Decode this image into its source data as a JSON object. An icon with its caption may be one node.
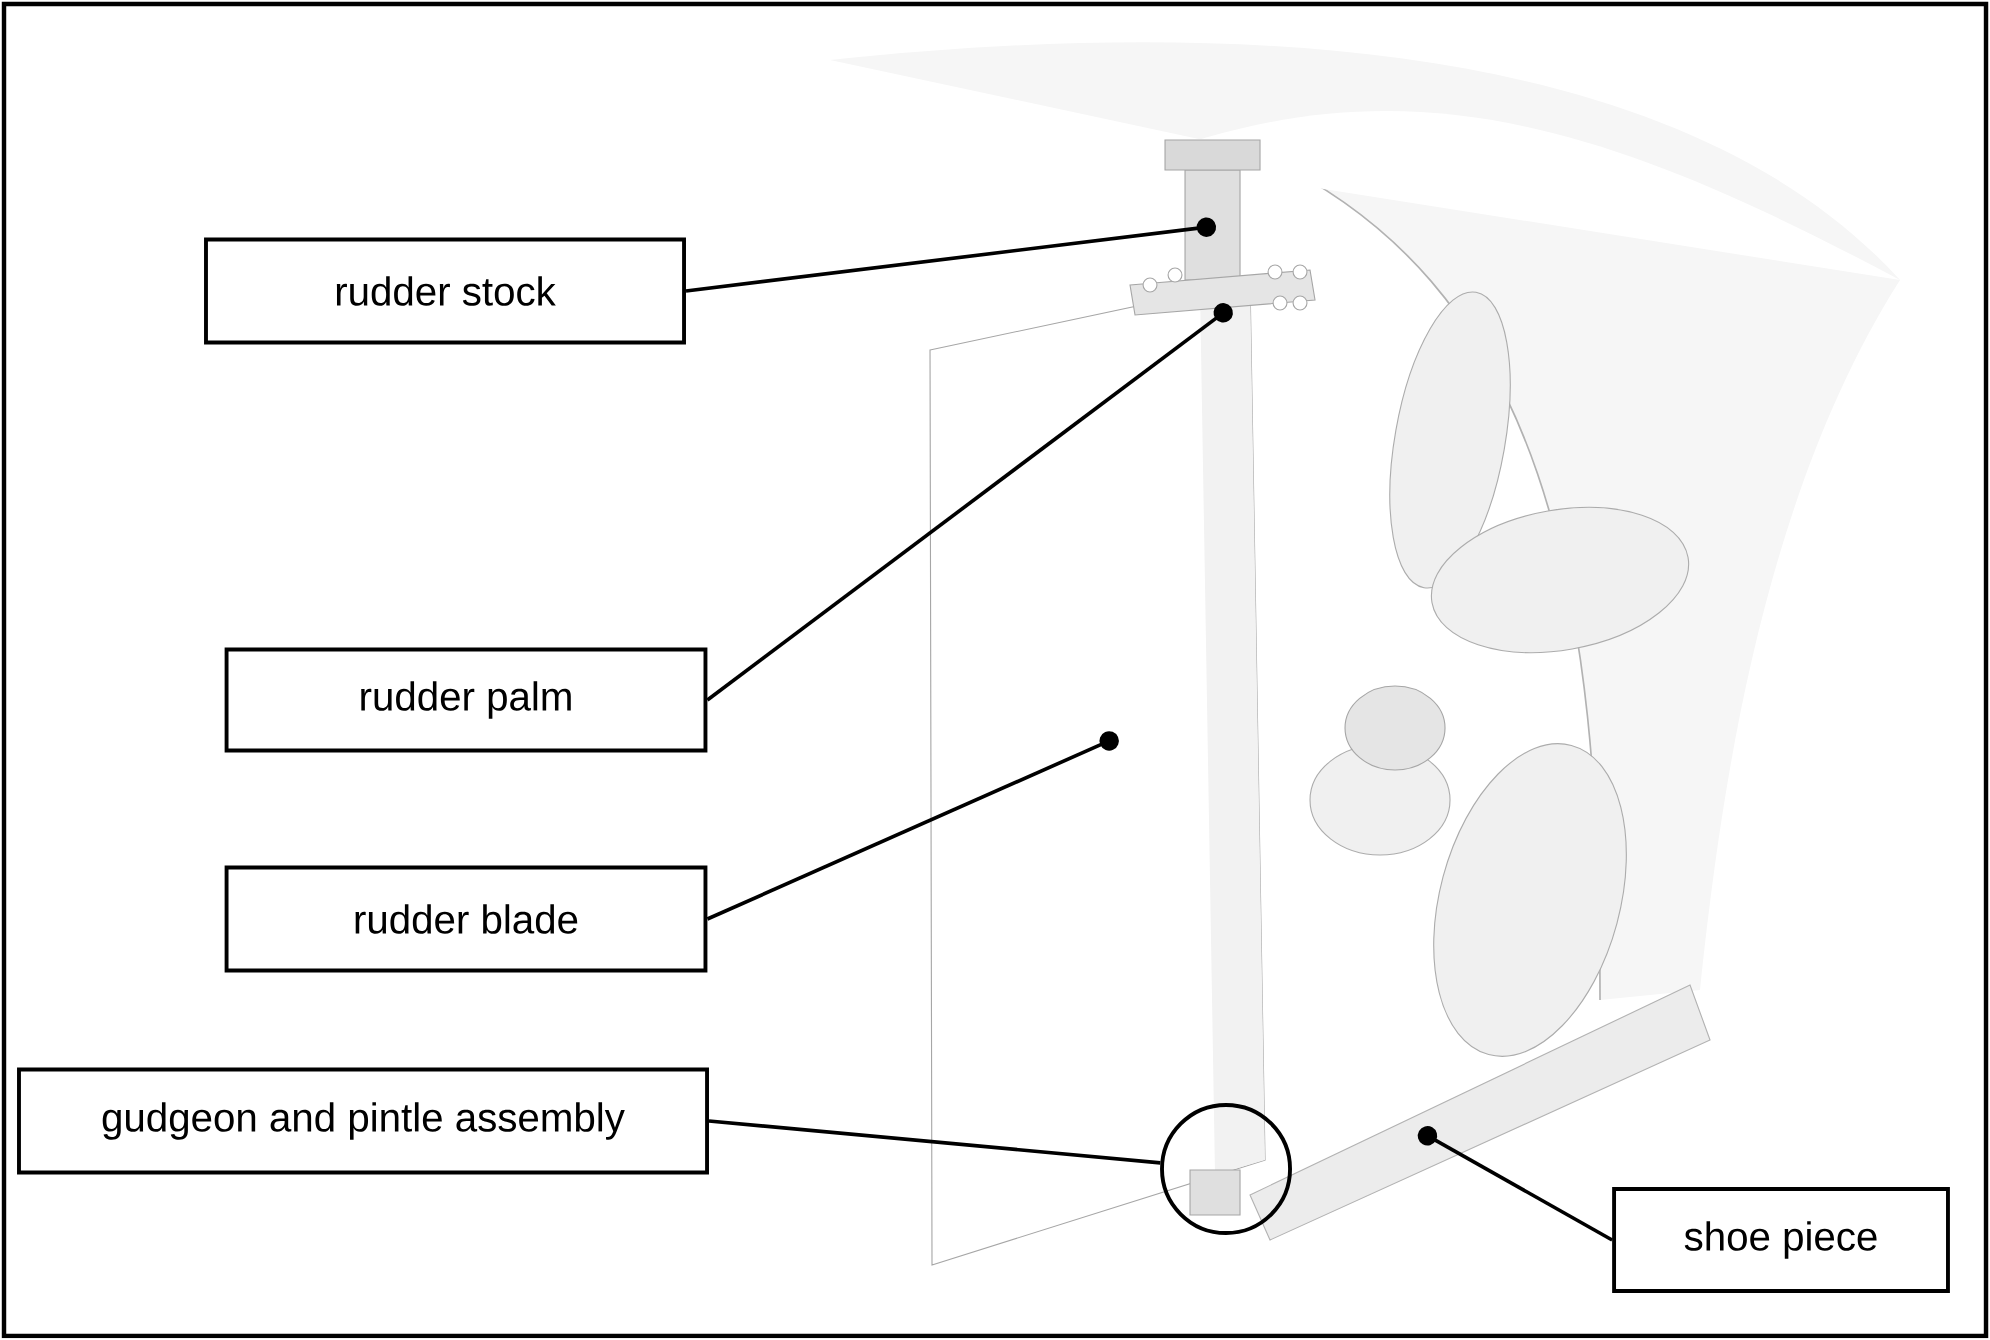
{
  "diagram": {
    "nodes": [
      {
        "text": [
          "rudder stock"
        ]
      },
      {
        "text": [
          "rudder palm"
        ]
      },
      {
        "text": [
          "rudder blade"
        ]
      },
      {
        "text": [
          "gudgeon and pintle assembly"
        ]
      },
      {
        "text": [],
        "shape": "circle"
      },
      {
        "text": [
          "shoe piece"
        ]
      }
    ],
    "edges": [
      {
        "from": 0,
        "to": null,
        "arrow": "other"
      },
      {
        "from": 1,
        "to": null,
        "arrow": "other"
      },
      {
        "from": 2,
        "to": null,
        "arrow": "other"
      },
      {
        "from": 3,
        "to": 4,
        "arrow": "none"
      },
      {
        "from": 5,
        "to": null,
        "arrow": "other"
      }
    ]
  }
}
